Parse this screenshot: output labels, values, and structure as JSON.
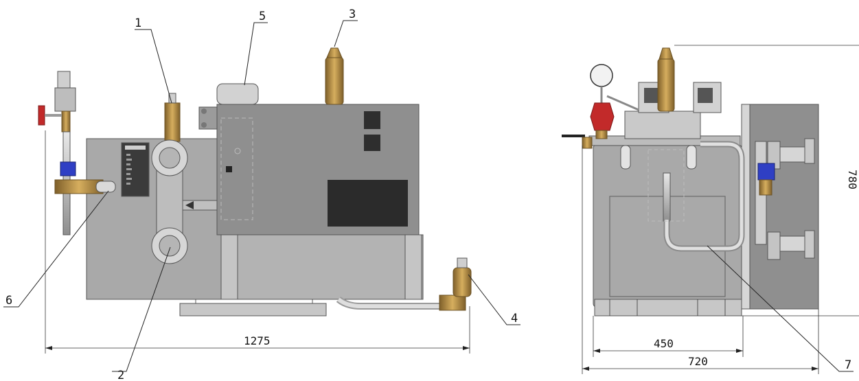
{
  "leaders": [
    "1",
    "2",
    "3",
    "4",
    "5",
    "6",
    "7"
  ],
  "dimensions": {
    "front_width": "1275",
    "side_width_inner": "450",
    "side_width_total": "720",
    "side_height": "780"
  },
  "colors": {
    "steel": "#a7a7a7",
    "panel": "#8f8f8f",
    "dark_panel": "#3a3a3a",
    "brass": "#b08a43",
    "blue": "#2f3fc4",
    "red": "#c22a2a"
  }
}
